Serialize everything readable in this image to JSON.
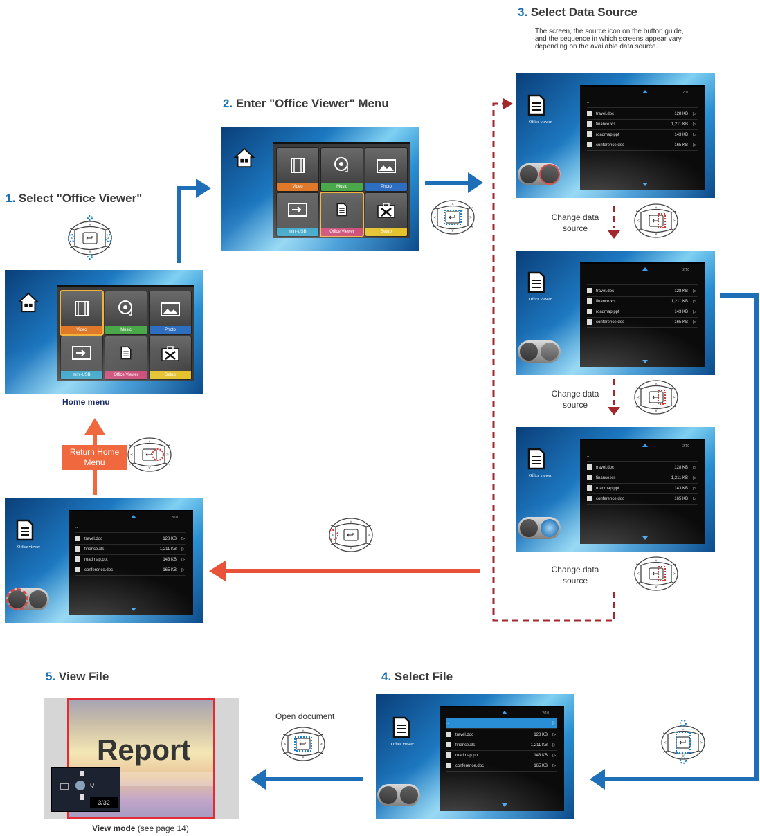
{
  "steps": {
    "s1": {
      "num": "1.",
      "title": "Select \"Office Viewer\""
    },
    "s2": {
      "num": "2.",
      "title": "Enter \"Office Viewer\" Menu"
    },
    "s3": {
      "num": "3.",
      "title": "Select Data Source",
      "note_l1": "The screen, the source icon on the button guide,",
      "note_l2": "and the sequence in which screens appear vary",
      "note_l3": "depending on the available data source."
    },
    "s4": {
      "num": "4.",
      "title": "Select File"
    },
    "s5": {
      "num": "5.",
      "title": "View File"
    }
  },
  "home_menu": {
    "caption": "Home menu",
    "tiles": [
      "Video",
      "Music",
      "Photo",
      "mini-USB",
      "Office Viewer",
      "Setup"
    ]
  },
  "labels": {
    "return_home_l1": "Return Home",
    "return_home_l2": "Menu",
    "change_l1": "Change data",
    "change_l2": "source",
    "open_document": "Open document",
    "view_mode": "View mode",
    "view_mode_ref": " (see page 14)"
  },
  "office_viewer": {
    "label": "Office viewer",
    "page": "2/10",
    "parent": "..",
    "files": [
      {
        "name": "travel.doc",
        "size": "128 KB"
      },
      {
        "name": "finance.xls",
        "size": "1,211 KB"
      },
      {
        "name": "roadmap.ppt",
        "size": "143 KB"
      },
      {
        "name": "conference.doc",
        "size": "165 KB"
      }
    ]
  },
  "view_file": {
    "title": "Report",
    "page_counter": "3/32"
  },
  "colors": {
    "blue_arrow": "#1f6eb8",
    "red_arrow": "#e8523a",
    "dashed": "#a3282d",
    "dot_blue": "#1a7fd1",
    "dot_red": "#d23a3a",
    "selected": "#f3b23a"
  },
  "icons": [
    "home-icon",
    "document-icon",
    "video-icon",
    "music-icon",
    "photo-icon",
    "usb-icon",
    "setup-icon",
    "back-icon",
    "remote-control-icon"
  ]
}
